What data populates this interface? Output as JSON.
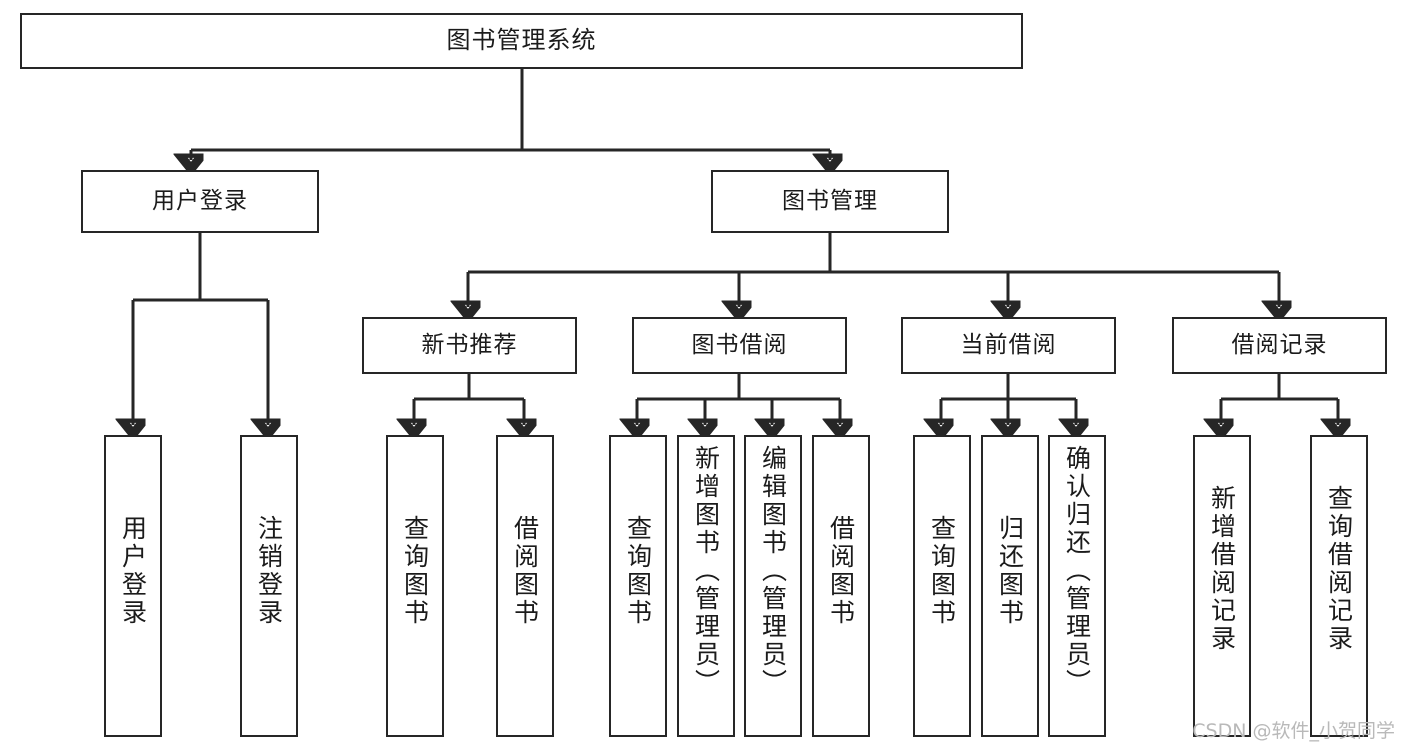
{
  "diagram": {
    "title": "图书管理系统",
    "type": "hierarchy-tree",
    "stroke_color": "#262626",
    "fill_color": "#ffffff",
    "background": "#ffffff",
    "watermark": "CSDN @软件_小贺同学"
  },
  "nodes": {
    "root": {
      "label": "图书管理系统",
      "level": 1
    },
    "level2": [
      {
        "id": "user-login",
        "label": "用户登录"
      },
      {
        "id": "book-manage",
        "label": "图书管理"
      }
    ],
    "level3": [
      {
        "id": "new-book-recommend",
        "label": "新书推荐"
      },
      {
        "id": "book-borrow",
        "label": "图书借阅"
      },
      {
        "id": "current-borrow",
        "label": "当前借阅"
      },
      {
        "id": "borrow-record",
        "label": "借阅记录"
      }
    ],
    "leaves": {
      "user_login": [
        {
          "id": "leaf-user-login",
          "label": "用户登录"
        },
        {
          "id": "leaf-logout",
          "label": "注销登录"
        }
      ],
      "new_book_recommend": [
        {
          "id": "leaf-query-book-1",
          "label": "查询图书"
        },
        {
          "id": "leaf-borrow-book-1",
          "label": "借阅图书"
        }
      ],
      "book_borrow": [
        {
          "id": "leaf-query-book-2",
          "label": "查询图书"
        },
        {
          "id": "leaf-add-book",
          "label": "新增图书（管理员）"
        },
        {
          "id": "leaf-edit-book",
          "label": "编辑图书（管理员）"
        },
        {
          "id": "leaf-borrow-book-2",
          "label": "借阅图书"
        }
      ],
      "current_borrow": [
        {
          "id": "leaf-query-book-3",
          "label": "查询图书"
        },
        {
          "id": "leaf-return-book",
          "label": "归还图书"
        },
        {
          "id": "leaf-confirm-return",
          "label": "确认归还（管理员）"
        }
      ],
      "borrow_record": [
        {
          "id": "leaf-add-record",
          "label": "新增借阅记录"
        },
        {
          "id": "leaf-query-record",
          "label": "查询借阅记录"
        }
      ]
    }
  },
  "chart_data": {
    "type": "table",
    "title": "图书管理系统 功能结构图",
    "edges": [
      {
        "from": "图书管理系统",
        "to": "用户登录"
      },
      {
        "from": "图书管理系统",
        "to": "图书管理"
      },
      {
        "from": "用户登录",
        "to": "用户登录"
      },
      {
        "from": "用户登录",
        "to": "注销登录"
      },
      {
        "from": "图书管理",
        "to": "新书推荐"
      },
      {
        "from": "图书管理",
        "to": "图书借阅"
      },
      {
        "from": "图书管理",
        "to": "当前借阅"
      },
      {
        "from": "图书管理",
        "to": "借阅记录"
      },
      {
        "from": "新书推荐",
        "to": "查询图书"
      },
      {
        "from": "新书推荐",
        "to": "借阅图书"
      },
      {
        "from": "图书借阅",
        "to": "查询图书"
      },
      {
        "from": "图书借阅",
        "to": "新增图书（管理员）"
      },
      {
        "from": "图书借阅",
        "to": "编辑图书（管理员）"
      },
      {
        "from": "图书借阅",
        "to": "借阅图书"
      },
      {
        "from": "当前借阅",
        "to": "查询图书"
      },
      {
        "from": "当前借阅",
        "to": "归还图书"
      },
      {
        "from": "当前借阅",
        "to": "确认归还（管理员）"
      },
      {
        "from": "借阅记录",
        "to": "新增借阅记录"
      },
      {
        "from": "借阅记录",
        "to": "查询借阅记录"
      }
    ]
  }
}
